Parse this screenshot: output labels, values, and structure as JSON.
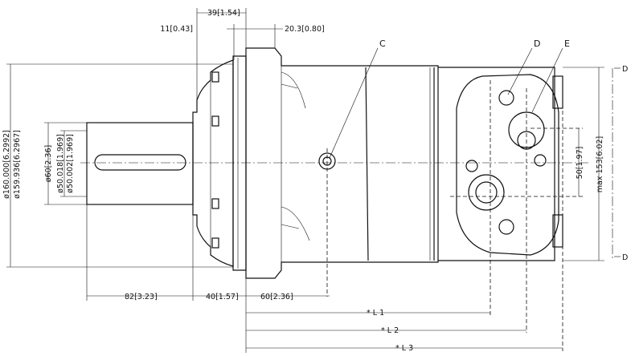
{
  "dimensions": {
    "flange_dia": "ø160.000[6.2992]",
    "flange_dia_min": "ø159.936[6.2967]",
    "shaft_dia_60": "ø60[2.36]",
    "shaft_dia_max": "ø50.018[1.969]",
    "shaft_dia_min": "ø50.002[1.969]",
    "top_39": "39[1.54]",
    "top_11": "11[0.43]",
    "top_20_3": "20.3[0.80]",
    "bottom_82": "82[3.23]",
    "bottom_40": "40[1.57]",
    "bottom_60": "60[2.36]",
    "l1": "* L 1",
    "l2": "* L 2",
    "l3": "* L 3",
    "right_50": "50[1.97]",
    "right_max153": "max 153[6.02]"
  },
  "labels": {
    "c": "C",
    "d": "D",
    "e": "E",
    "section_top": "D",
    "section_bottom": "D"
  }
}
